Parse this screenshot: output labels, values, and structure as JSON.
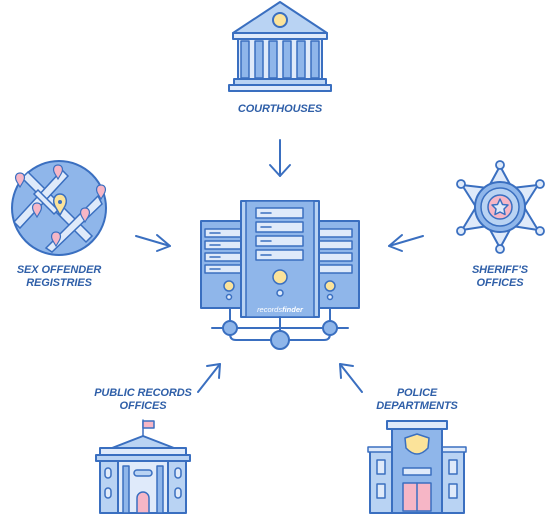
{
  "colors": {
    "stroke": "#3a6fc0",
    "fill_light": "#b9d3f3",
    "fill_mid": "#8fb6ea",
    "fill_pale": "#dfeafa",
    "accent_yellow": "#fbe39a",
    "accent_pink": "#f6b6c6",
    "text": "#2f5fa8"
  },
  "center": {
    "brand_prefix": "records",
    "brand_suffix": "finder",
    "icon": "server-icon"
  },
  "sources": [
    {
      "id": "courthouses",
      "line1": "COURTHOUSES",
      "line2": "",
      "icon": "courthouse-icon"
    },
    {
      "id": "sex-offender",
      "line1": "SEX OFFENDER",
      "line2": "REGISTRIES",
      "icon": "map-pins-icon"
    },
    {
      "id": "sheriff",
      "line1": "SHERIFF'S",
      "line2": "OFFICES",
      "icon": "sheriff-star-icon"
    },
    {
      "id": "public-records",
      "line1": "PUBLIC RECORDS",
      "line2": "OFFICES",
      "icon": "government-building-icon"
    },
    {
      "id": "police",
      "line1": "POLICE",
      "line2": "DEPARTMENTS",
      "icon": "police-station-icon"
    }
  ]
}
